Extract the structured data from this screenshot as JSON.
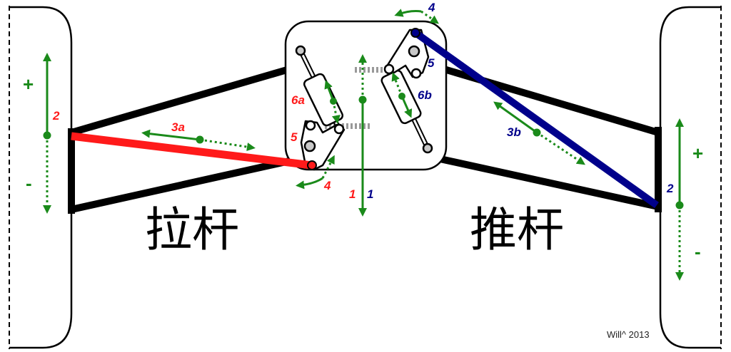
{
  "colors": {
    "pull": "#ff1a1a",
    "push": "#00008b",
    "motion": "#1a8a1a",
    "frame": "#000000",
    "pivot": "#c8c8c8"
  },
  "labels": {
    "pull_rod": "拉杆",
    "push_rod": "推杆",
    "credit": "Will^ 2013",
    "plus": "+",
    "minus": "-",
    "left_wheel_num": "2",
    "right_wheel_num": "2",
    "rod_left": "3a",
    "rod_right": "3b",
    "chassis_left": "1",
    "chassis_right": "1",
    "rocker_pivot_left": "4",
    "rocker_pivot_right": "4",
    "rocker_left": "5",
    "rocker_right": "5",
    "damper_left": "6a",
    "damper_right": "6b"
  }
}
